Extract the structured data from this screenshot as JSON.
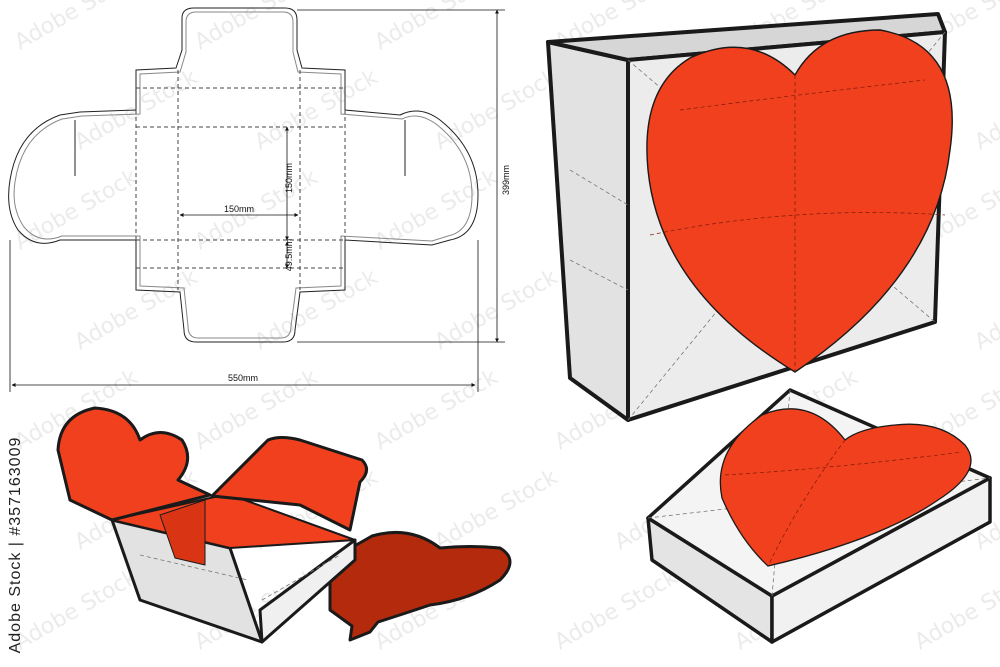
{
  "dieline": {
    "width_label": "550mm",
    "height_label": "399mm",
    "panel_width_label": "150mm",
    "panel_height_label": "150mm",
    "side_depth_label": "49.5mm"
  },
  "stock_id": "Adobe Stock | #357163009",
  "watermark_text": "Adobe Stock",
  "colors": {
    "heart_red": "#f0401e",
    "heart_dark": "#b42a0c",
    "box_grey": "#e6e6e6",
    "box_inner": "#d4d4d4",
    "outline": "#1a1a1a"
  }
}
